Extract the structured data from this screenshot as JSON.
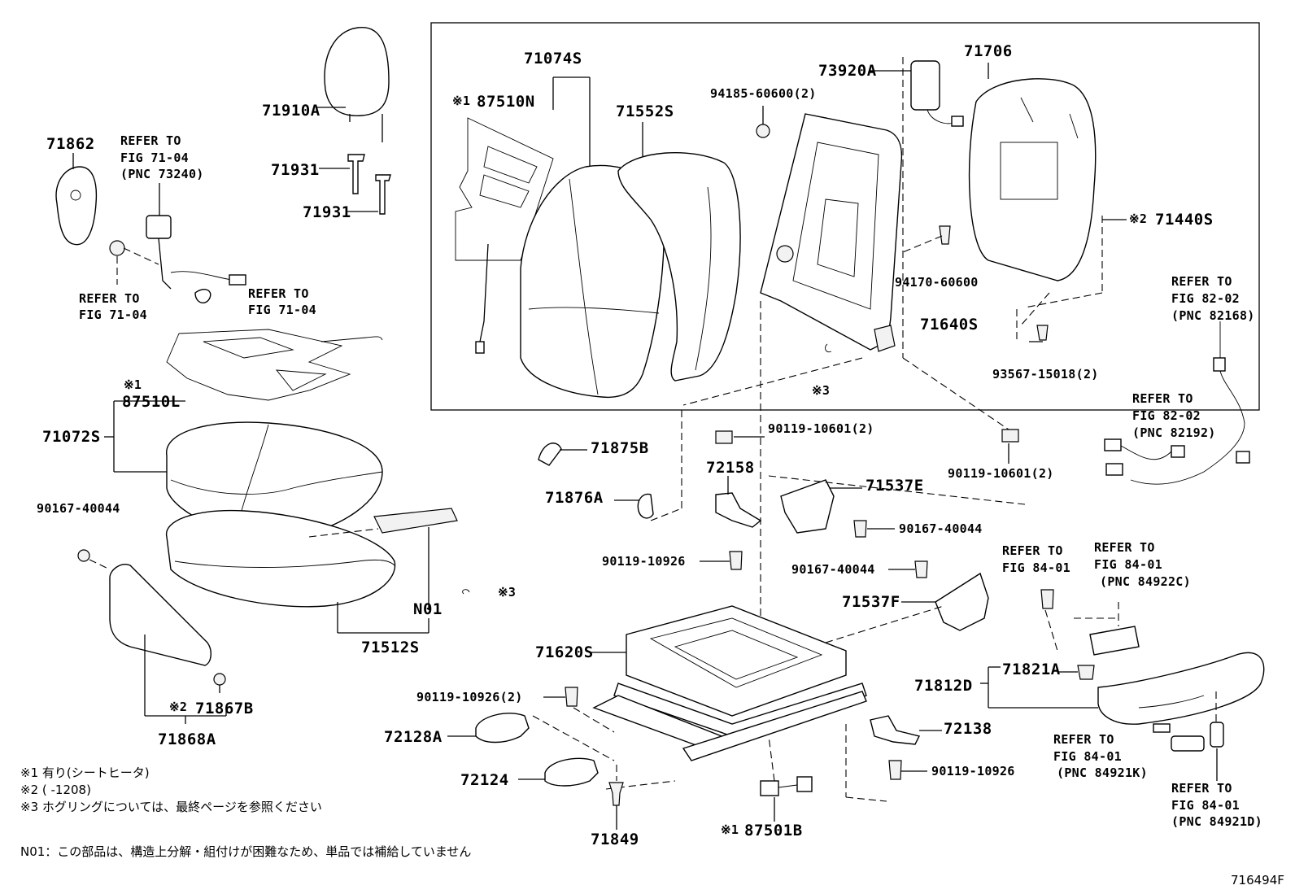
{
  "diagram_id": "716494F",
  "part_numbers": {
    "p71910A": "71910A",
    "p71862": "71862",
    "p71931a": "71931",
    "p71931b": "71931",
    "p87510L": "87510L",
    "p71072S": "71072S",
    "p90167_left": "90167-40044",
    "p71512S": "71512S",
    "pN01": "N01",
    "p71867B": "71867B",
    "p71868A": "71868A",
    "p71074S": "71074S",
    "p87510N": "87510N",
    "p71552S": "71552S",
    "p73920A": "73920A",
    "p94185": "94185-60600(2)",
    "p71706": "71706",
    "p71440S": "71440S",
    "p94170": "94170-60600",
    "p71640S": "71640S",
    "p93567": "93567-15018(2)",
    "p90119_a": "90119-10601(2)",
    "p90119_b": "90119-10601(2)",
    "p71875B": "71875B",
    "p71876A": "71876A",
    "p72158": "72158",
    "p71537E": "71537E",
    "p90167_mid": "90167-40044",
    "p90119_c": "90119-10926",
    "p90167_mid2": "90167-40044",
    "p71537F": "71537F",
    "p71620S": "71620S",
    "p90119_d": "90119-10926(2)",
    "p72128A": "72128A",
    "p72124": "72124",
    "p71849": "71849",
    "p87501B": "87501B",
    "p72138": "72138",
    "p90119_e": "90119-10926",
    "p71821A": "71821A",
    "p71812D": "71812D"
  },
  "marks": {
    "m1": "※1",
    "m2": "※2",
    "m3": "※3",
    "m1_87510N": "※1",
    "m1_87501B": "※1",
    "m2_71440S": "※2",
    "m2_71867B": "※2"
  },
  "refers": {
    "r1": [
      "REFER TO",
      "FIG 71-04",
      "(PNC 73240)"
    ],
    "r2": [
      "REFER TO",
      "FIG 71-04"
    ],
    "r3": [
      "REFER TO",
      "FIG 71-04"
    ],
    "r4": [
      "REFER TO",
      "FIG 82-02",
      "(PNC 82168)"
    ],
    "r5": [
      "REFER TO",
      "FIG 82-02",
      "(PNC 82192)"
    ],
    "r6": [
      "REFER TO",
      "FIG 84-01"
    ],
    "r7": [
      "REFER TO",
      "FIG 84-01",
      "(PNC 84922C)"
    ],
    "r8": [
      "REFER TO",
      "FIG 84-01",
      "(PNC 84921K)"
    ],
    "r9": [
      "REFER TO",
      "FIG 84-01",
      "(PNC 84921D)"
    ]
  },
  "notes": {
    "n1": "※1 有り(シートヒータ)",
    "n2": "※2 (      -1208)",
    "n3": "※3 ホグリングについては、最終ページを参照ください",
    "n4": "N01：この部品は、構造上分解・組付けが困難なため、単品では補給していません"
  }
}
